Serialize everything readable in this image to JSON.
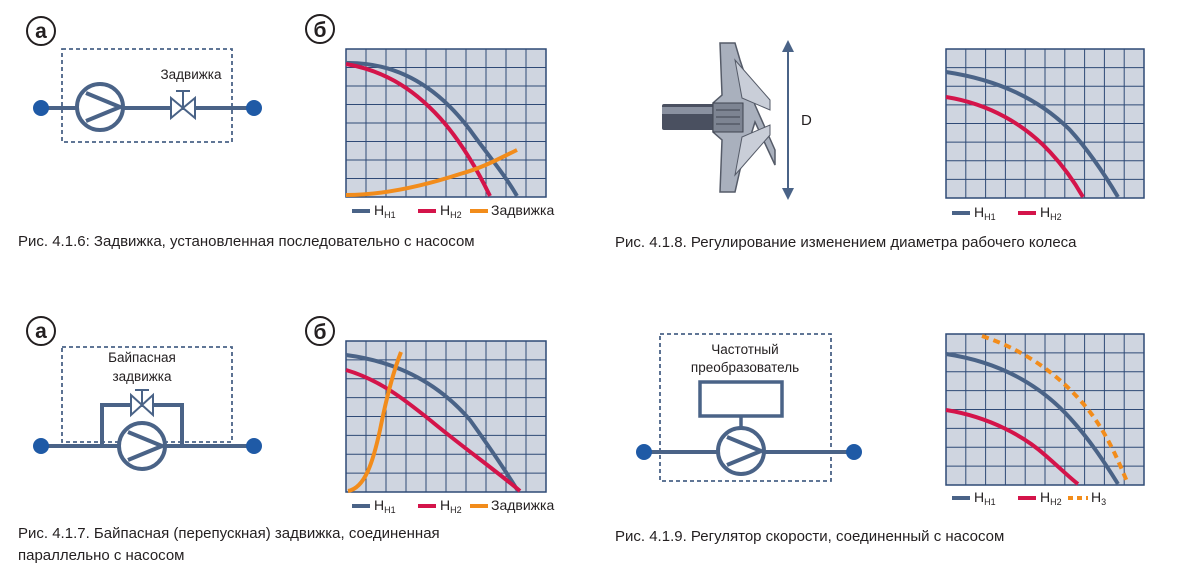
{
  "colors": {
    "h1": "#4a6387",
    "h2": "#d4144a",
    "valve": "#f28c1b",
    "schematic": "#4a6387",
    "node": "#1f5aa6",
    "grid_bg": "#cfd5e0",
    "grid_line": "#2f4a76"
  },
  "panels": {
    "p416": {
      "label_a": "а",
      "label_b": "б",
      "valve_label": "Задвижка",
      "legend": {
        "h1": "H",
        "h1_sub": "Н1",
        "h2": "H",
        "h2_sub": "Н2",
        "valve": "Задвижка"
      },
      "caption": "Рис. 4.1.6: Задвижка, установленная последовательно с насосом"
    },
    "p418": {
      "dim_label": "D",
      "legend": {
        "h1": "H",
        "h1_sub": "Н1",
        "h2": "H",
        "h2_sub": "Н2"
      },
      "caption": "Рис. 4.1.8. Регулирование изменением диаметра рабочего колеса"
    },
    "p417": {
      "label_a": "а",
      "label_b": "б",
      "bypass_line1": "Байпасная",
      "bypass_line2": "задвижка",
      "legend": {
        "h1": "H",
        "h1_sub": "Н1",
        "h2": "H",
        "h2_sub": "Н2",
        "valve": "Задвижка"
      },
      "caption_line1": "Рис. 4.1.7. Байпасная (перепускная) задвижка, соединенная",
      "caption_line2": "параллельно с насосом"
    },
    "p419": {
      "vfd_line1": "Частотный",
      "vfd_line2": "преобразователь",
      "legend": {
        "h1": "H",
        "h1_sub": "Н1",
        "h2": "H",
        "h2_sub": "Н2",
        "h3": "H",
        "h3_sub": "3"
      },
      "caption": "Рис. 4.1.9. Регулятор скорости, соединенный с насосом"
    }
  }
}
